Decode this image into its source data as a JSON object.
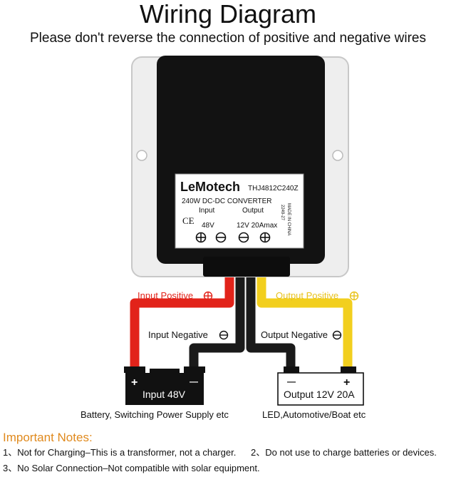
{
  "header": {
    "title": "Wiring Diagram",
    "subtitle": "Please don't reverse the connection of positive and negative wires"
  },
  "label": {
    "brand": "LeMotech",
    "model": "THJ4812C240Z",
    "spec_line": "240W  DC-DC   CONVERTER",
    "input_label": "Input",
    "output_label": "Output",
    "ce_mark": "CE",
    "input_voltage": "48V",
    "output_rating": "12V 20Amax",
    "made_in": "MADE IN CHINA",
    "batch": "2249-27"
  },
  "wires": {
    "input_positive": "Input Positive",
    "input_negative": "Input Negative",
    "output_positive": "Output Positive",
    "output_negative": "Output Negative"
  },
  "terminals": {
    "battery_label": "Input 48V",
    "battery_plus": "+",
    "battery_minus": "—",
    "load_label": "Output  12V  20A",
    "load_plus": "+",
    "load_minus": "—"
  },
  "captions": {
    "input_source": "Battery, Switching Power Supply etc",
    "output_load": "LED,Automotive/Boat etc"
  },
  "notes": {
    "title": "Important Notes:",
    "items": [
      "1、Not for Charging–This is a transformer, not a charger.",
      "2、Do not use to charge batteries or devices.",
      "3、No Solar Connection–Not compatible with solar equipment."
    ]
  },
  "colors": {
    "red_wire": "#e2231a",
    "black_wire": "#1a1a1a",
    "yellow_wire": "#f2cf1e",
    "input_positive_label": "#e2231a",
    "output_positive_label": "#e8c21a",
    "notes_title": "#e08a1e"
  }
}
